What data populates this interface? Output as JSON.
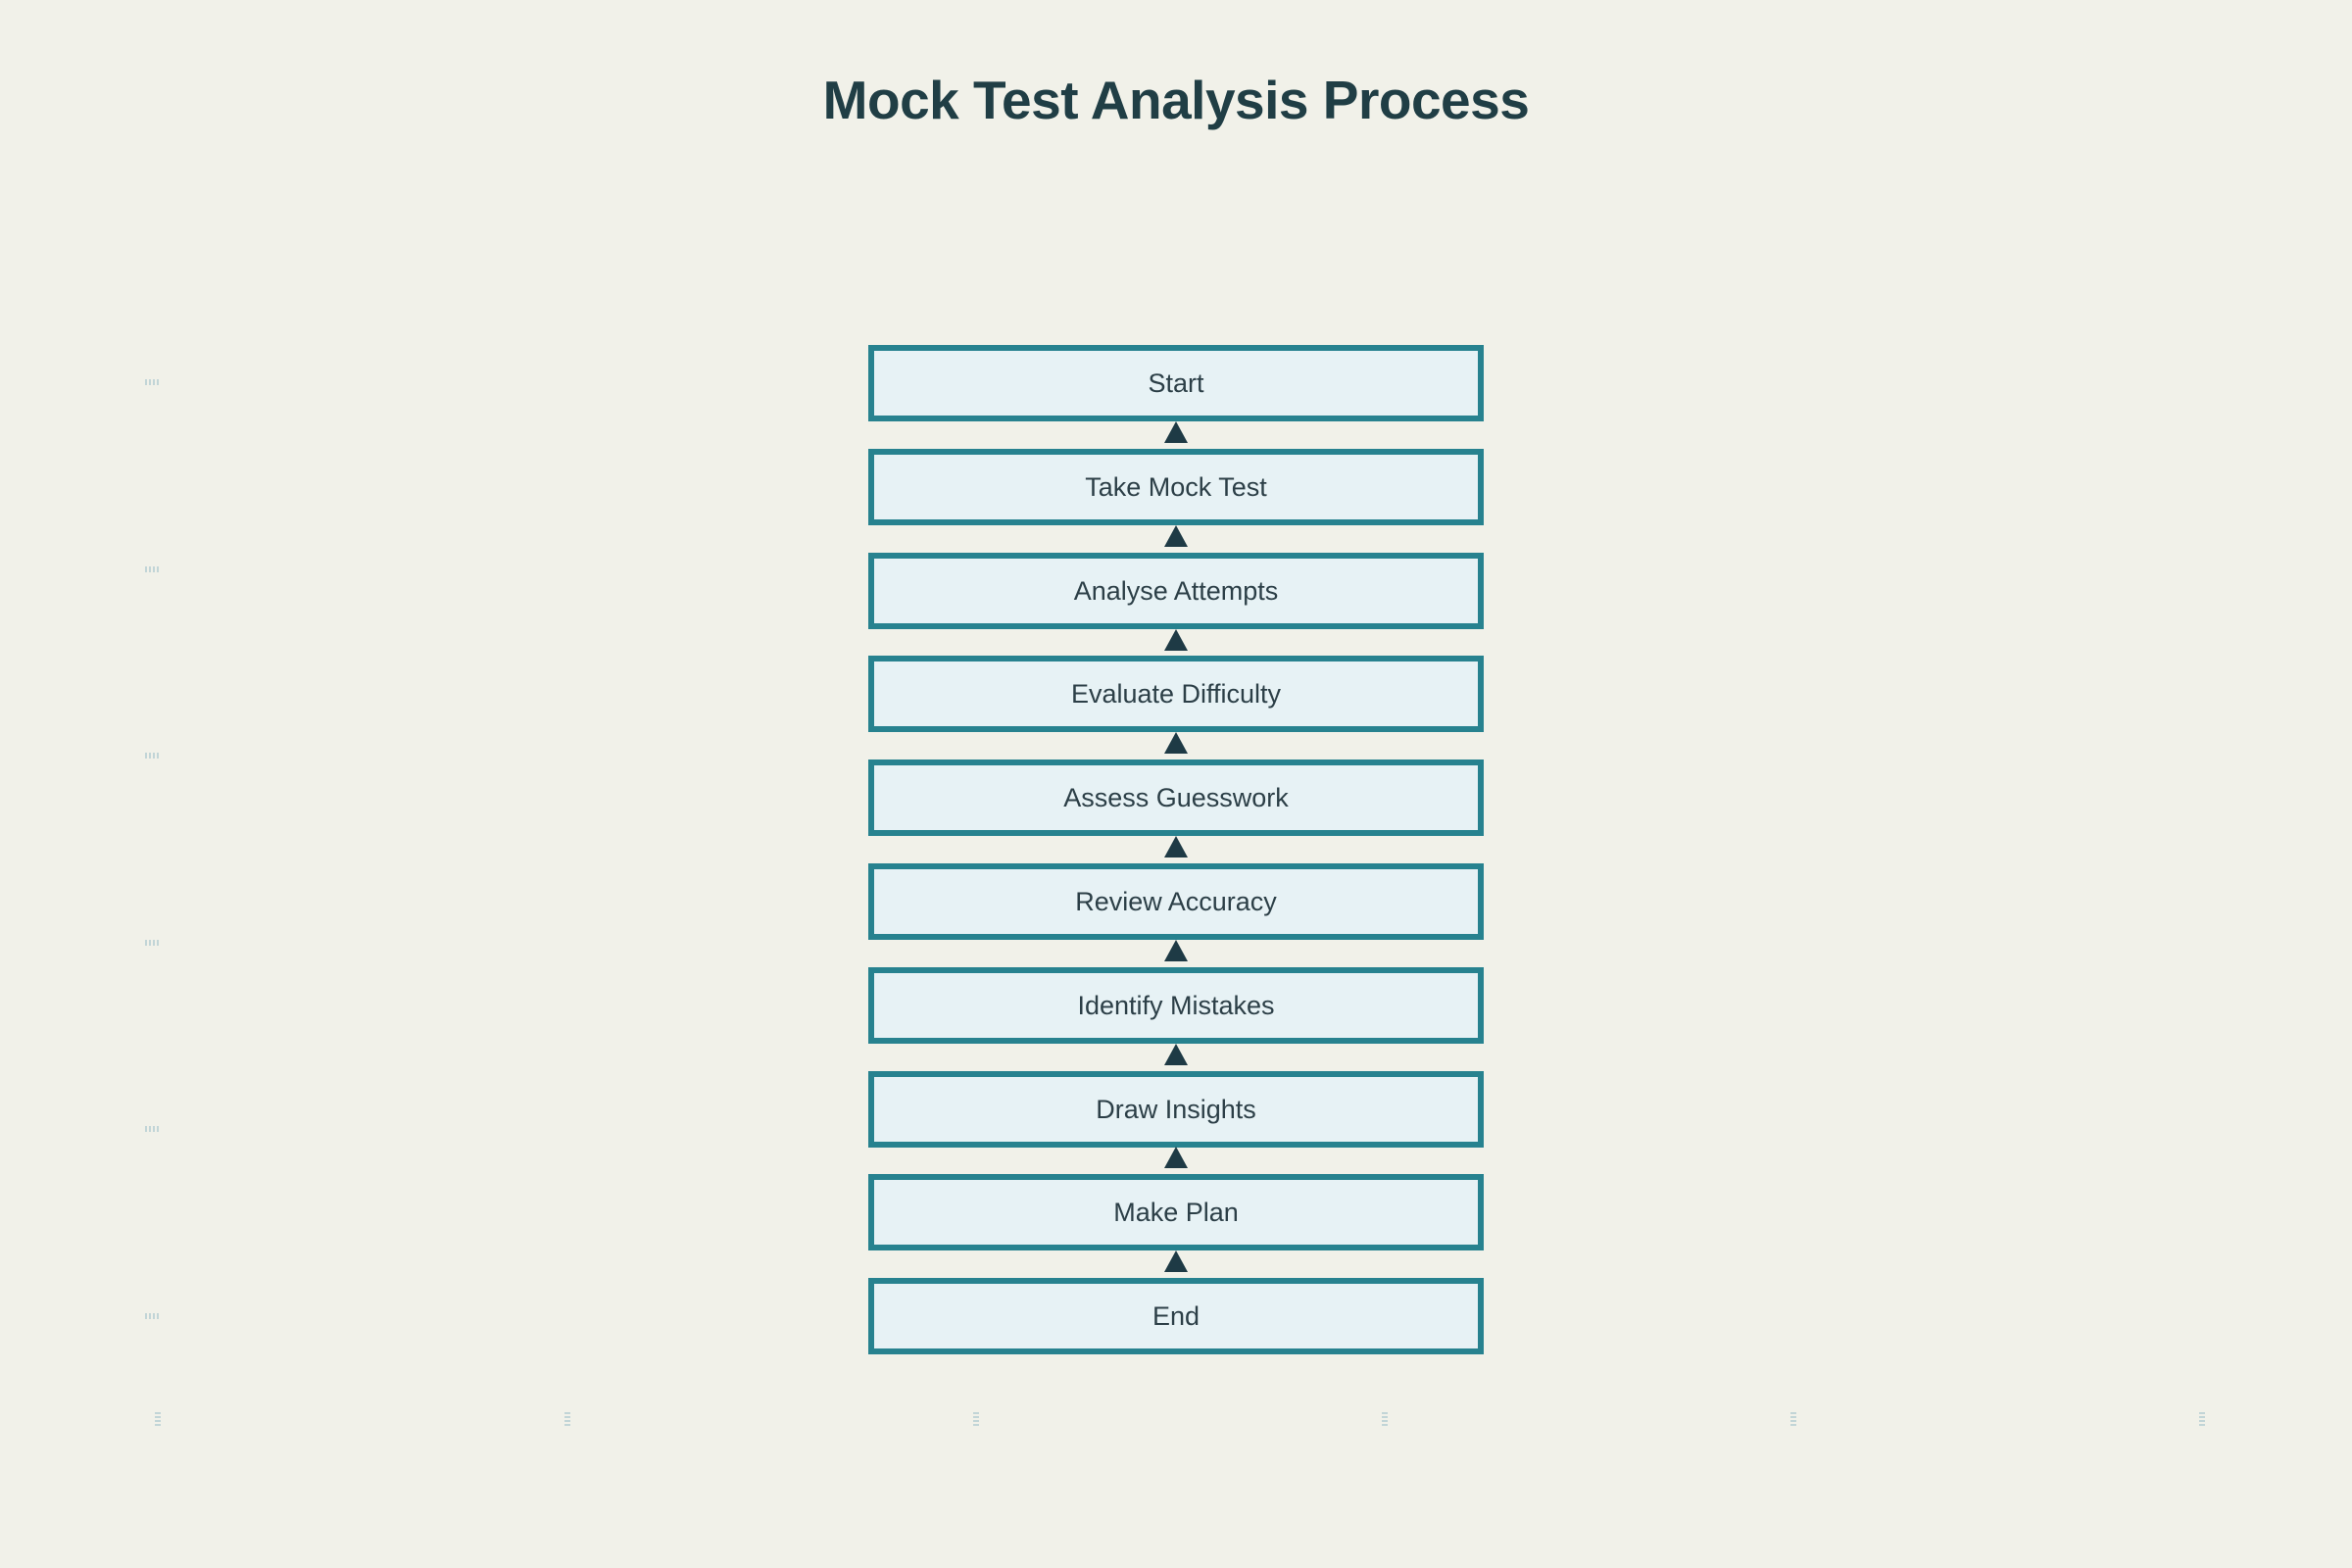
{
  "title": "Mock Test Analysis Process",
  "flow": {
    "nodes": [
      {
        "label": "Start"
      },
      {
        "label": "Take Mock Test"
      },
      {
        "label": "Analyse Attempts"
      },
      {
        "label": "Evaluate Difficulty"
      },
      {
        "label": "Assess Guesswork"
      },
      {
        "label": "Review Accuracy"
      },
      {
        "label": "Identify Mistakes"
      },
      {
        "label": "Draw Insights"
      },
      {
        "label": "Make Plan"
      },
      {
        "label": "End"
      }
    ],
    "connector_style": "upward-arrowhead"
  },
  "colors": {
    "background": "#f1f1e9",
    "node_fill": "#e7f2f5",
    "node_border": "#27828f",
    "node_text": "#2c3f47",
    "title_text": "#203e45",
    "arrow": "#1e3a45",
    "tick": "#a9c6cd"
  }
}
